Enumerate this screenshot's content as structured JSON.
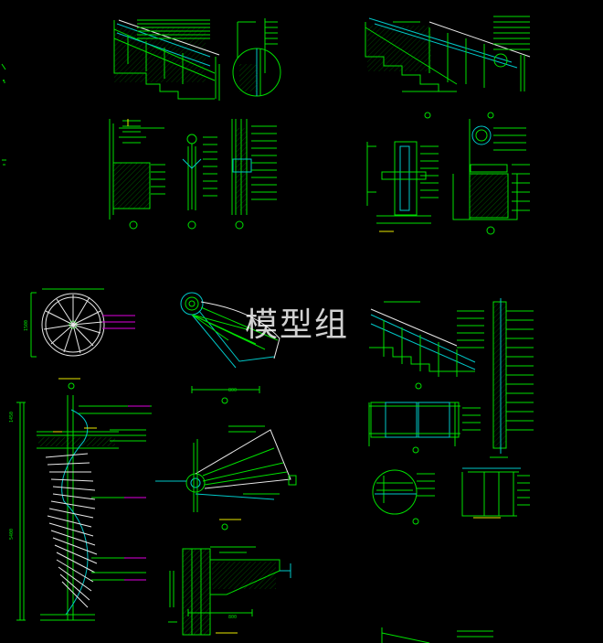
{
  "watermark": "模型组",
  "colors": {
    "background": "#000000",
    "line_green": "#00e000",
    "line_cyan": "#00c8c8",
    "line_white": "#e8e8e8",
    "line_magenta": "#e000e0",
    "line_yellow": "#e8e800"
  },
  "dimensions": {
    "spiral_height_top": "1450",
    "spiral_height_main": "5400",
    "fan_width": "800",
    "bracket_width": "800",
    "plan_radius": "1500"
  }
}
